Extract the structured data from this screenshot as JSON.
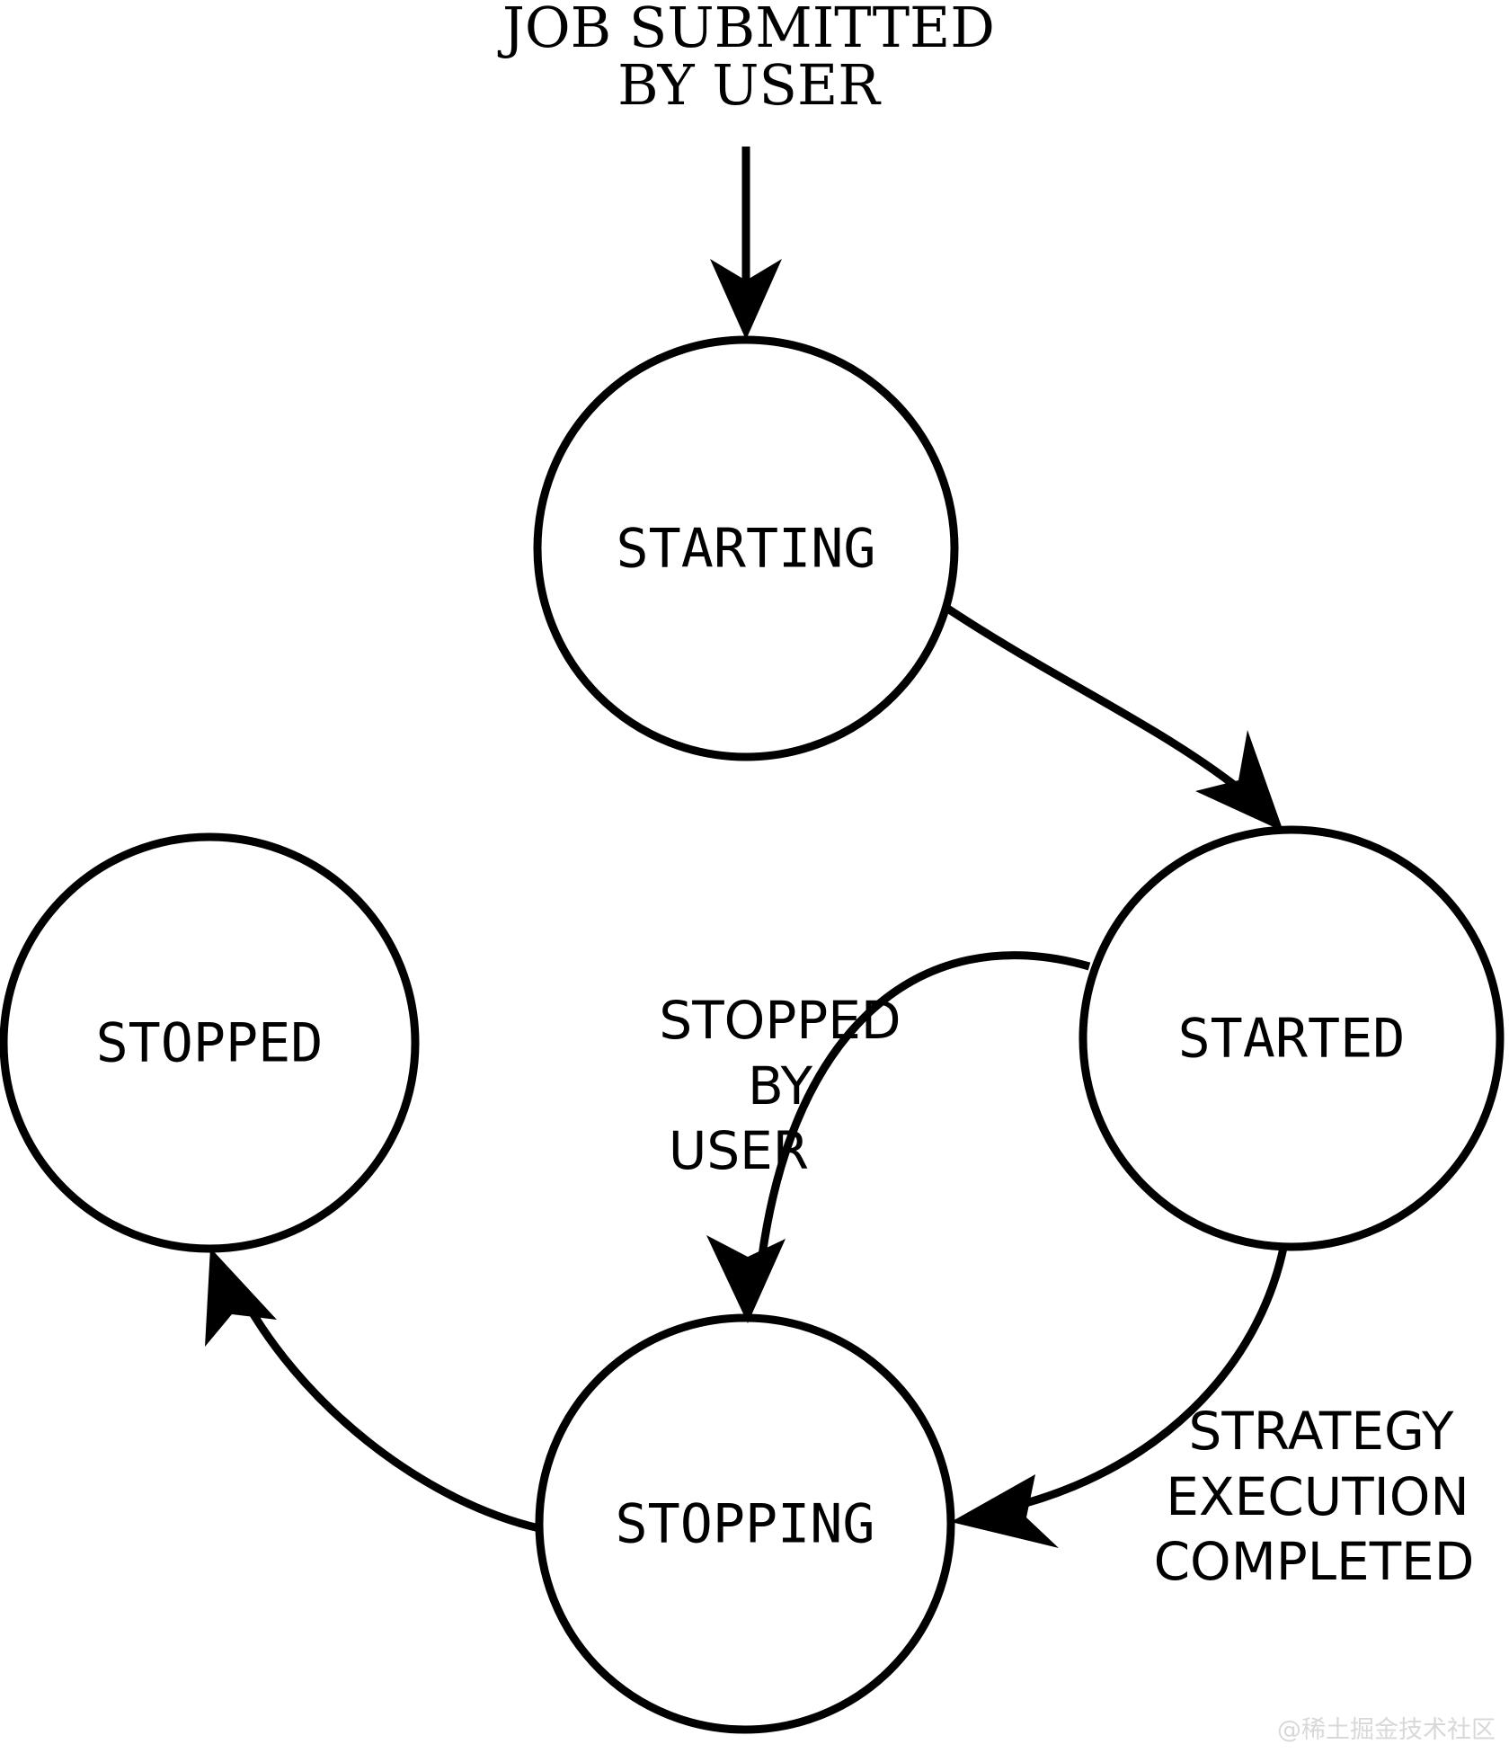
{
  "diagram": {
    "title_lines": [
      "JOB SUBMITTED",
      "BY USER"
    ],
    "nodes": [
      {
        "id": "starting",
        "label": "STARTING"
      },
      {
        "id": "started",
        "label": "STARTED"
      },
      {
        "id": "stopped",
        "label": "STOPPED"
      },
      {
        "id": "stopping",
        "label": "STOPPING"
      }
    ],
    "edges": [
      {
        "id": "entry",
        "from": "",
        "to": "starting",
        "label_lines": [
          "JOB SUBMITTED",
          "BY USER"
        ]
      },
      {
        "id": "starting-to-started",
        "from": "STARTING",
        "to": "STARTED",
        "label_lines": []
      },
      {
        "id": "started-to-stopping-user",
        "from": "STARTED",
        "to": "STOPPING",
        "label_lines": [
          "STOPPED",
          "BY",
          "USER"
        ]
      },
      {
        "id": "started-to-stopping-completed",
        "from": "STARTED",
        "to": "STOPPING",
        "label_lines": [
          "STRATEGY",
          "EXECUTION",
          "COMPLETED"
        ]
      },
      {
        "id": "stopping-to-stopped",
        "from": "STOPPING",
        "to": "STOPPED",
        "label_lines": []
      }
    ],
    "edge_label_user": {
      "line1": "STOPPED",
      "line2": "BY",
      "line3": "USER"
    },
    "edge_label_completed": {
      "line1": "STRATEGY",
      "line2": "EXECUTION",
      "line3": "COMPLETED"
    },
    "watermark": "@稀土掘金技术社区",
    "colors": {
      "stroke": "#000000",
      "fill": "#ffffff",
      "watermark": "#d8d8d8"
    }
  }
}
